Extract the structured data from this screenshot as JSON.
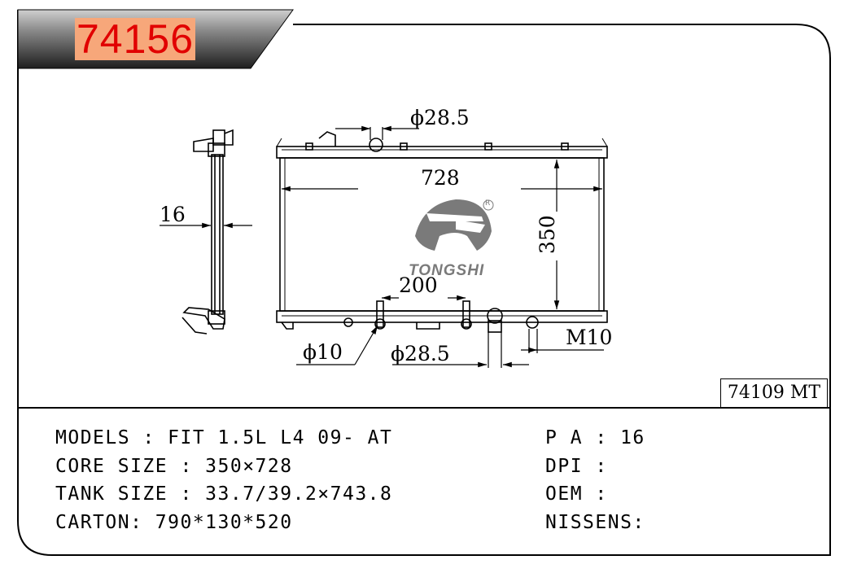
{
  "header": {
    "part_number": "74156",
    "reference_code": "74109 MT"
  },
  "drawing": {
    "brand": "TONGSHI",
    "registered_mark": "R",
    "dim_top_pipe": "ϕ28.5",
    "dim_width": "728",
    "dim_height": "350",
    "dim_thickness": "16",
    "dim_bracket_spacing": "200",
    "dim_pin": "ϕ10",
    "dim_bottom_pipe": "ϕ28.5",
    "dim_thread": "M10"
  },
  "specs": {
    "models": "MODELS : FIT 1.5L L4 09- AT",
    "core_size": "CORE SIZE : 350×728",
    "tank_size": "TANK SIZE : 33.7/39.2×743.8",
    "carton": "CARTON: 790*130*520",
    "pa": "P A : 16",
    "dpi": "DPI :",
    "oem": "OEM :",
    "nissens": "NISSENS:"
  },
  "colors": {
    "part_number_text": "#e10000",
    "part_number_highlight": "#f7a77a",
    "line": "#000000",
    "logo_gray": "#7a7a7a"
  }
}
